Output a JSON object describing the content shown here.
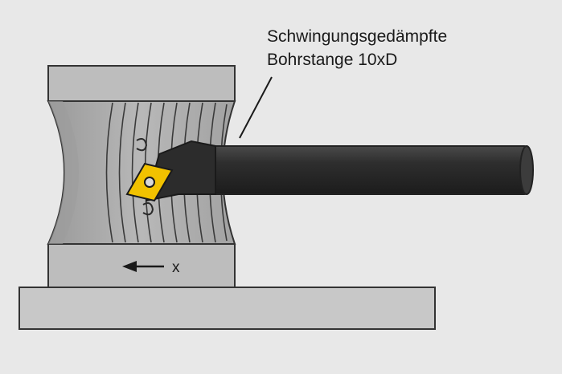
{
  "callout": {
    "line1": "Schwingungsgedämpfte",
    "line2": "Bohrstange 10xD"
  },
  "feed_axis": {
    "label": "x",
    "direction": "left"
  },
  "colors": {
    "background": "#e8e8e8",
    "workpiece": "#b4b4b4",
    "workpiece_dark": "#8f8f8f",
    "base_plate": "#c8c8c8",
    "bar": "#2f2f2f",
    "insert": "#f2c200",
    "outline": "#333333"
  }
}
